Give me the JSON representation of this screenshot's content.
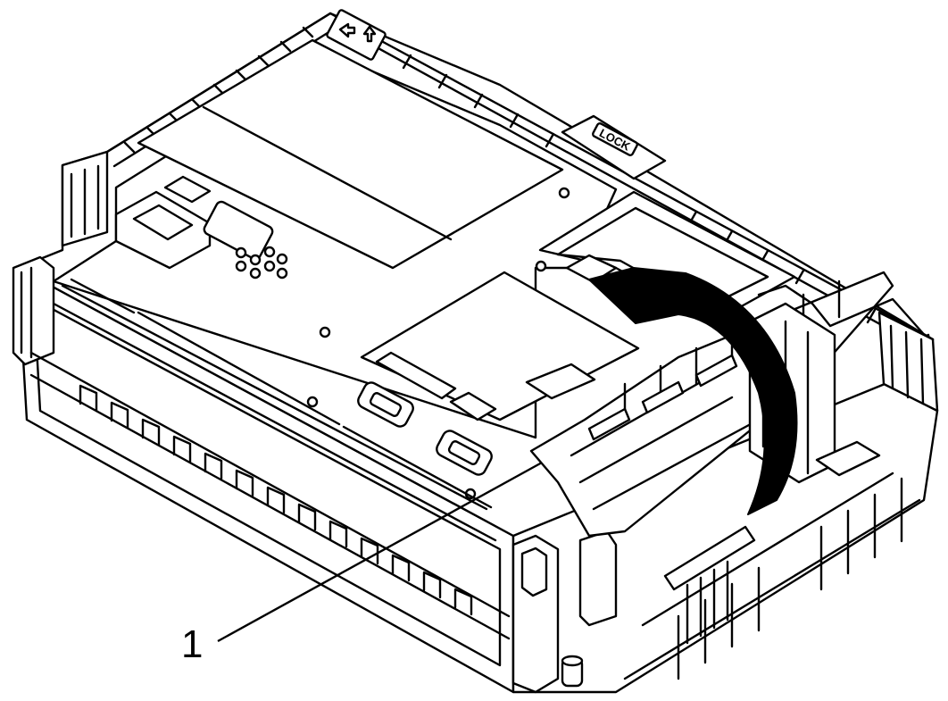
{
  "diagram": {
    "label_lock": "LOCK",
    "callout_number": "1",
    "colors": {
      "line": "#000000",
      "fill": "#ffffff",
      "arrow": "#000000"
    },
    "icons": [
      "arrow-icon-left",
      "arrow-icon-up",
      "rotation-arrow-icon"
    ]
  }
}
